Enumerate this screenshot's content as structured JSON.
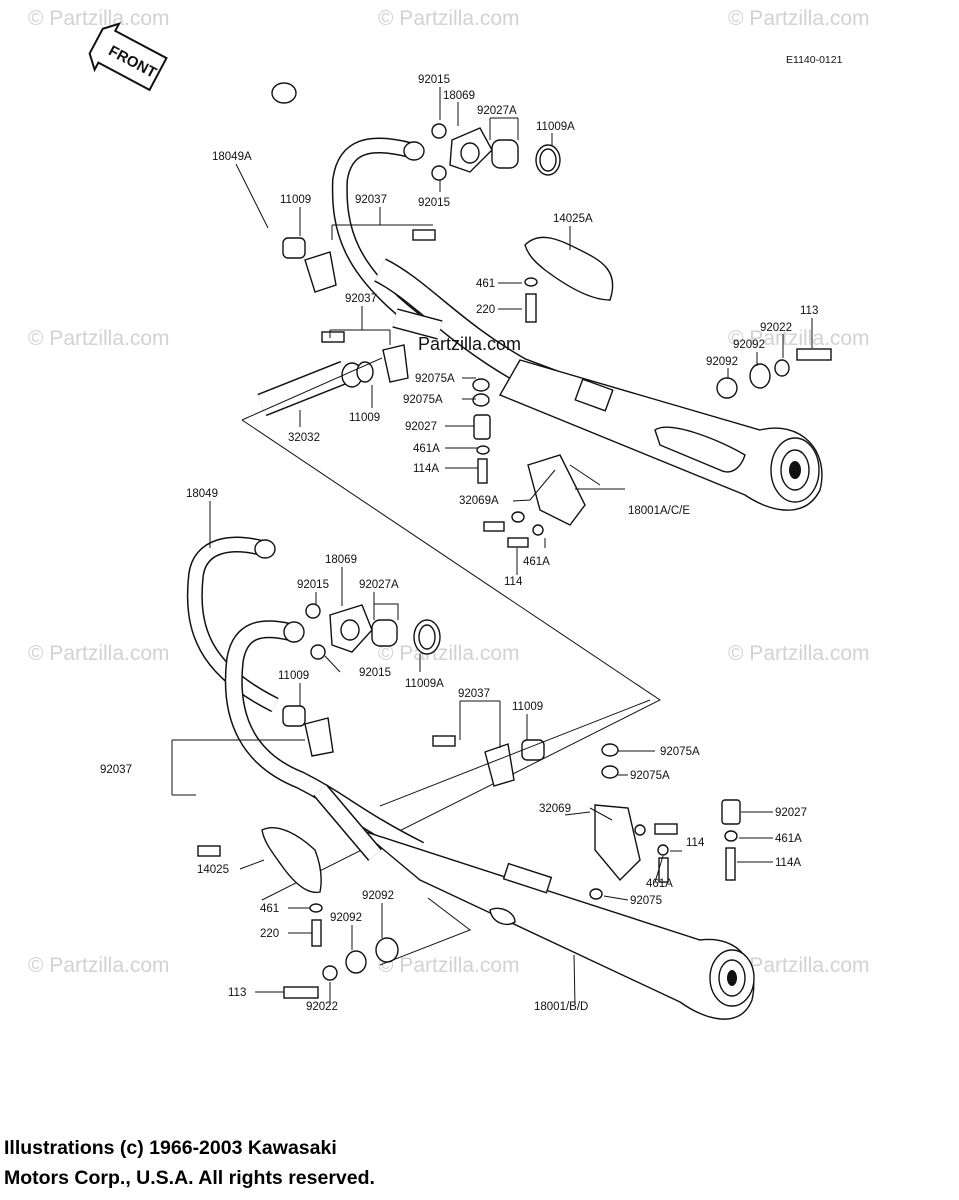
{
  "diagram": {
    "ref_code": "E1140-0121",
    "front_label": "FRONT",
    "watermark_text": "© Partzilla.com",
    "center_watermark": "Partzilla.com",
    "copyright_lines": [
      "Illustrations (c) 1966-2003 Kawasaki",
      "Motors Corp., U.S.A.  All rights reserved."
    ],
    "upper_labels": {
      "l92015a": "92015",
      "l18069": "18069",
      "l92027A": "92027A",
      "l11009A": "11009A",
      "l92015b": "92015",
      "l18049A": "18049A",
      "l11009a": "11009",
      "l92037a": "92037",
      "l14025A": "14025A",
      "l461": "461",
      "l220": "220",
      "l113": "113",
      "l92022": "92022",
      "l92092a": "92092",
      "l92092b": "92092",
      "l92037b": "92037",
      "l92075Aa": "92075A",
      "l92075Ab": "92075A",
      "l92027": "92027",
      "l461Aa": "461A",
      "l114Aa": "114A",
      "l32069A": "32069A",
      "l11009b": "11009",
      "l32032": "32032",
      "l18001ACE": "18001A/C/E",
      "l461Ab": "461A",
      "l114a": "114"
    },
    "lower_labels": {
      "l18049": "18049",
      "l18069": "18069",
      "l92015a": "92015",
      "l92027A": "92027A",
      "l92015b": "92015",
      "l11009A": "11009A",
      "l11009a": "11009",
      "l92037a": "92037",
      "l11009b": "11009",
      "l92037b": "92037",
      "l92075Aa": "92075A",
      "l92075Ab": "92075A",
      "l32069": "32069",
      "l92027": "92027",
      "l461A": "461A",
      "l114": "114",
      "l114A": "114A",
      "l461Ab": "461A",
      "l92075": "92075",
      "l14025": "14025",
      "l461": "461",
      "l220": "220",
      "l92092a": "92092",
      "l92092b": "92092",
      "l113": "113",
      "l92022": "92022",
      "l18001BD": "18001/B/D"
    }
  }
}
